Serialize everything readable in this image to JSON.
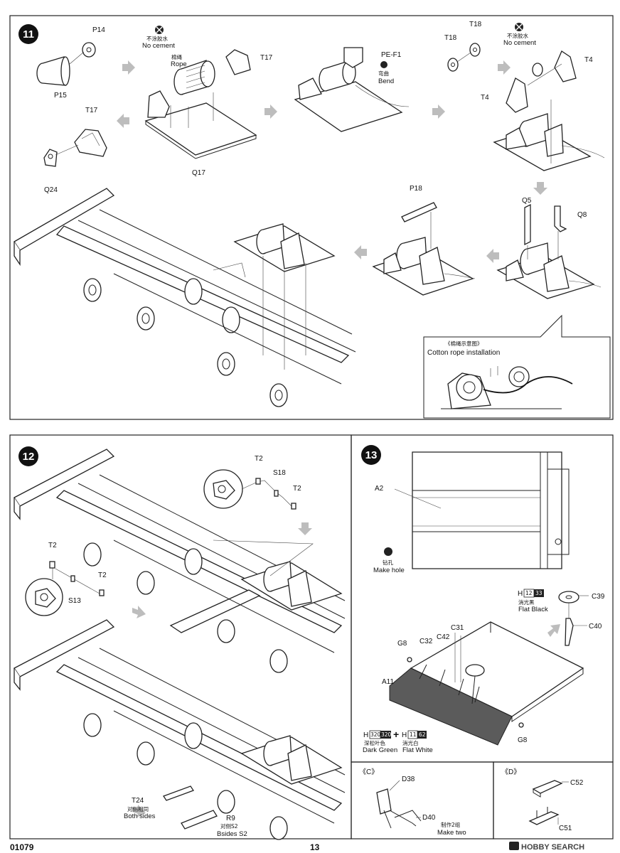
{
  "page": {
    "code": "01079",
    "number": "13",
    "watermark": "HOBBY SEARCH"
  },
  "step11": {
    "number": "11",
    "labels": {
      "p14": "P14",
      "p15": "P15",
      "t17a": "T17",
      "t17b": "T17",
      "q17": "Q17",
      "q24": "Q24",
      "pef1": "PE-F1",
      "t18a": "T18",
      "t18b": "T18",
      "t4a": "T4",
      "t4b": "T4",
      "p18": "P18",
      "q5": "Q5",
      "q8": "Q8"
    },
    "no_cement_cn_1": "不涂胶水",
    "no_cement_en_1": "No cement",
    "rope_cn": "棉绳",
    "rope_en": "Rope",
    "bend_cn": "弯曲",
    "bend_en": "Bend",
    "no_cement_cn_2": "不涂胶水",
    "no_cement_en_2": "No cement",
    "inset_title_cn": "《棉绳示意图》",
    "inset_title_en": "Cotton rope installation"
  },
  "step12": {
    "number": "12",
    "labels": {
      "t2a": "T2",
      "s18": "S18",
      "t2b": "T2",
      "t2c": "T2",
      "s13": "S13",
      "t2d": "T2",
      "t24": "T24",
      "r9": "R9"
    },
    "both_sides_cn": "对侧相同",
    "both_sides_en": "Both sides",
    "bsides_cn": "对侧S2",
    "bsides_en": "Bsides S2"
  },
  "step13": {
    "number": "13",
    "labels": {
      "a2": "A2",
      "c39": "C39",
      "c40": "C40",
      "g8a": "G8",
      "c32": "C32",
      "c42": "C42",
      "c31": "C31",
      "a11": "A11",
      "g8b": "G8"
    },
    "make_hole_cn": "钻孔",
    "make_hole_en": "Make hole",
    "flat_black": {
      "h": "H",
      "code1": "12",
      "code2": "33",
      "cn": "消光黑",
      "en": "Flat Black"
    },
    "dark_green": {
      "h": "H",
      "code1": "320",
      "code2": "320",
      "cn": "深松叶色",
      "en": "Dark Green"
    },
    "plus": "+",
    "flat_white": {
      "h": "H",
      "code1": "11",
      "code2": "62",
      "cn": "消光白",
      "en": "Flat White"
    }
  },
  "sub_c": {
    "title": "《C》",
    "d38": "D38",
    "d40": "D40",
    "make_two_cn": "制作2组",
    "make_two_en": "Make two"
  },
  "sub_d": {
    "title": "《D》",
    "c52": "C52",
    "c51": "C51"
  }
}
